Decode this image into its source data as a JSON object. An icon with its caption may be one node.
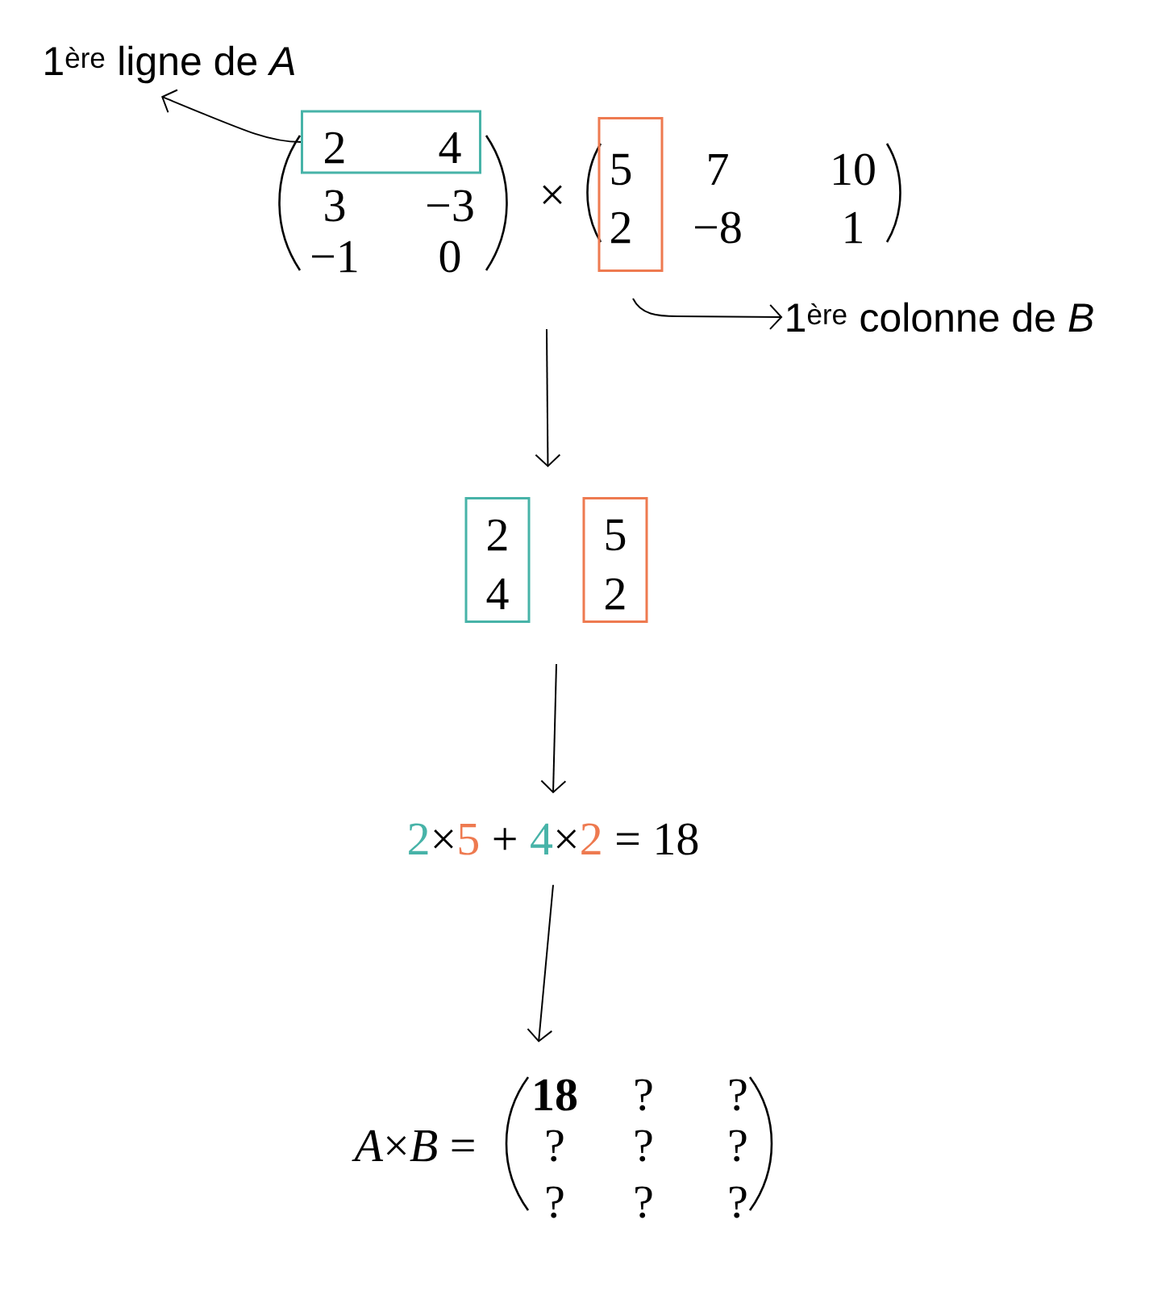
{
  "diagram": {
    "nodes": [
      {
        "text": [
          "1$^{ère}$ ligne de *A*"
        ]
      },
      {
        "text": [
          "2",
          "4"
        ]
      },
      {
        "text": [
          "5",
          "2"
        ]
      },
      {
        "text": [
          "1$^{ère}$ colonne de *B*"
        ]
      },
      {
        "text": [
          "2",
          "4"
        ]
      },
      {
        "text": [
          "5",
          "2"
        ]
      },
      {
        "text": [
          "2",
          "×",
          "5",
          "+",
          "4",
          "×",
          "2",
          "=",
          "18"
        ]
      },
      {
        "text": [
          "*A*×*B* =",
          "18",
          "?",
          "?",
          "?",
          "?",
          "?",
          "?",
          "?",
          "?"
        ]
      }
    ],
    "edges": [
      {
        "from": 1,
        "to": 0,
        "arrow": "to"
      },
      {
        "from": 2,
        "to": 3,
        "arrow": "to"
      },
      {
        "from": null,
        "to": 4,
        "arrow": "to"
      },
      {
        "from": null,
        "to": 6,
        "arrow": "to"
      },
      {
        "from": 6,
        "to": 7,
        "arrow": "to"
      }
    ],
    "labels": [
      "3",
      "−3",
      "−1",
      "0",
      "×",
      "7",
      "10",
      "−8",
      "1"
    ]
  }
}
